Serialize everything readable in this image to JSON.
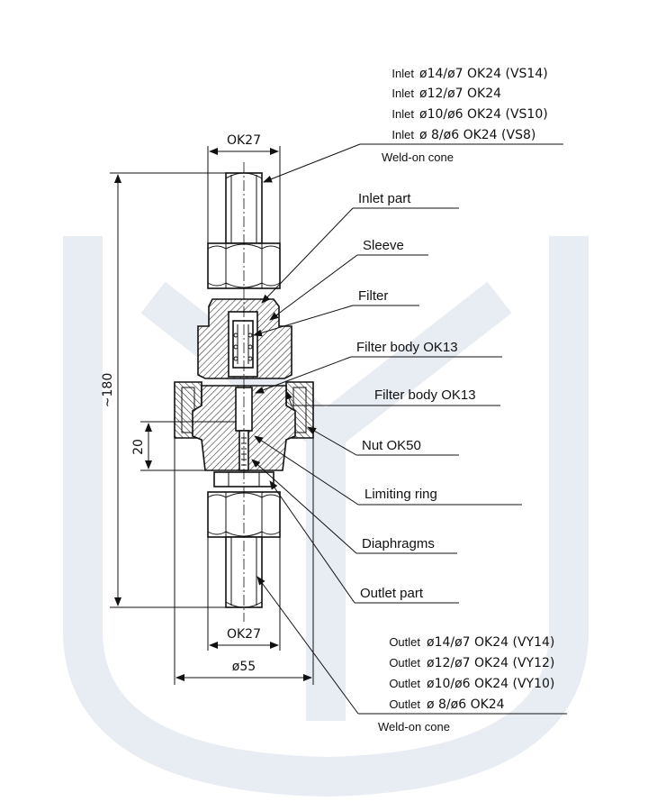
{
  "inlet_specs": [
    {
      "prefix": "Inlet",
      "value": "ø14/ø7 OK24 (VS14)"
    },
    {
      "prefix": "Inlet",
      "value": "ø12/ø7 OK24"
    },
    {
      "prefix": "Inlet",
      "value": "ø10/ø6 OK24 (VS10)"
    },
    {
      "prefix": "Inlet",
      "value": "ø 8/ø6 OK24 (VS8)"
    }
  ],
  "inlet_cone_label": "Weld-on cone",
  "parts": {
    "inlet_part": "Inlet part",
    "sleeve": "Sleeve",
    "filter": "Filter",
    "filter_body_1": "Filter body OK13",
    "filter_body_2": "Filter body OK13",
    "nut": "Nut OK50",
    "limiting_ring": "Limiting ring",
    "diaphragms": "Diaphragms",
    "outlet_part": "Outlet part"
  },
  "outlet_specs": [
    {
      "prefix": "Outlet",
      "value": "ø14/ø7 OK24 (VY14)"
    },
    {
      "prefix": "Outlet",
      "value": "ø12/ø7 OK24 (VY12)"
    },
    {
      "prefix": "Outlet",
      "value": "ø10/ø6 OK24 (VY10)"
    },
    {
      "prefix": "Outlet",
      "value": "ø 8/ø6 OK24"
    }
  ],
  "outlet_cone_label": "Weld-on cone",
  "dimensions": {
    "top_width": "OK27",
    "bottom_width": "OK27",
    "overall_diameter": "ø55",
    "height": "~180",
    "offset": "20"
  },
  "colors": {
    "line": "#111111",
    "hatch": "#222222",
    "watermark": "#e8ecf3"
  }
}
